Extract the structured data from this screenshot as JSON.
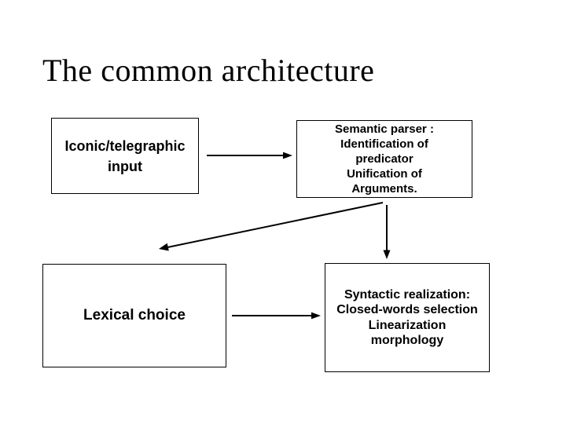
{
  "slide": {
    "title": "The common architecture",
    "background_color": "#ffffff",
    "text_color": "#000000",
    "border_color": "#000000"
  },
  "diagram": {
    "nodes": [
      {
        "id": "iconic-input",
        "label": "Iconic/telegraphic\ninput"
      },
      {
        "id": "semantic-parser",
        "label": "Semantic parser :\nIdentification of\npredicator\nUnification of\nArguments."
      },
      {
        "id": "lexical-choice",
        "label": "Lexical choice"
      },
      {
        "id": "syntactic-realization",
        "label": "Syntactic realization:\nClosed-words selection\nLinearization\nmorphology"
      }
    ],
    "connections": [
      {
        "from": "iconic-input",
        "to": "semantic-parser",
        "style": "horizontal-arrow"
      },
      {
        "from": "semantic-parser",
        "to": "lexical-choice",
        "style": "diagonal-arrow"
      },
      {
        "from": "semantic-parser",
        "to": "syntactic-realization",
        "style": "vertical-arrow"
      },
      {
        "from": "lexical-choice",
        "to": "syntactic-realization",
        "style": "horizontal-arrow"
      }
    ]
  }
}
